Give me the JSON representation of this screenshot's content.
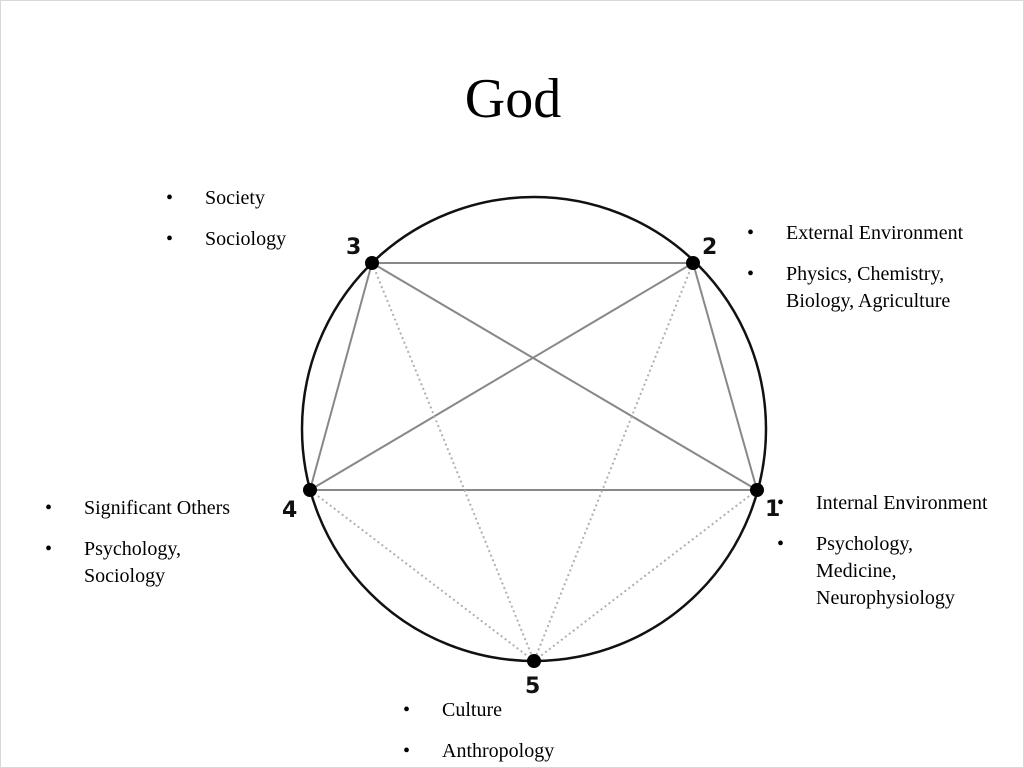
{
  "title": "God",
  "nodes": [
    {
      "id": "1",
      "label": "1"
    },
    {
      "id": "2",
      "label": "2"
    },
    {
      "id": "3",
      "label": "3"
    },
    {
      "id": "4",
      "label": "4"
    },
    {
      "id": "5",
      "label": "5"
    }
  ],
  "groups": {
    "node3": [
      "Society",
      "Sociology"
    ],
    "node2": [
      "External Environment",
      "Physics, Chemistry, Biology, Agriculture"
    ],
    "node1": [
      "Internal Environment",
      "Psychology, Medicine, Neurophysiology"
    ],
    "node4": [
      "Significant Others",
      "Psychology, Sociology"
    ],
    "node5": [
      "Culture",
      "Anthropology"
    ]
  },
  "edges": {
    "solid": [
      [
        "3",
        "2"
      ],
      [
        "3",
        "4"
      ],
      [
        "3",
        "1"
      ],
      [
        "2",
        "1"
      ],
      [
        "2",
        "4"
      ],
      [
        "4",
        "1"
      ]
    ],
    "dotted": [
      [
        "3",
        "5"
      ],
      [
        "2",
        "5"
      ],
      [
        "4",
        "5"
      ],
      [
        "1",
        "5"
      ]
    ]
  },
  "colors": {
    "circle": "#111111",
    "solid_edge": "#888888",
    "dotted_edge": "#b0b0b0",
    "node": "#000000"
  }
}
